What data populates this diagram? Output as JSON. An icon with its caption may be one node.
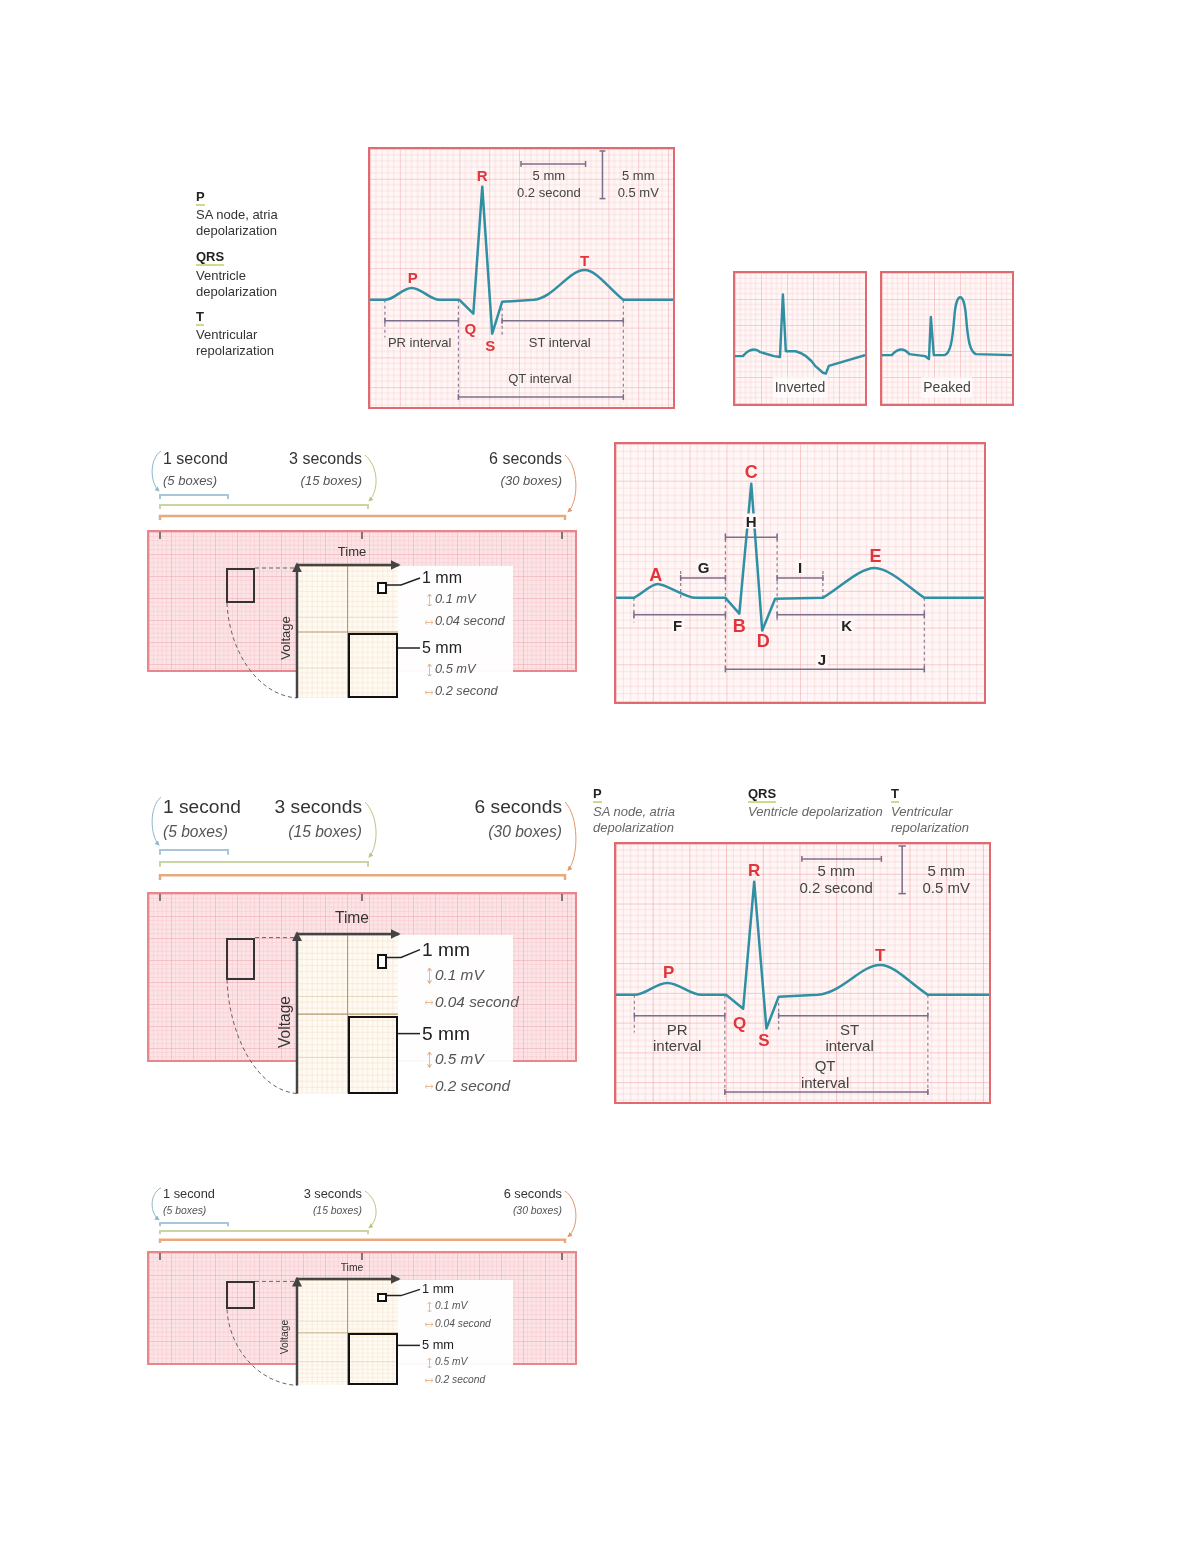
{
  "diagram": {
    "nodes": [
      {
        "text": [
          "R",
          "P",
          "T",
          "Q",
          "S",
          "5 mm",
          "0.2 second",
          "5 mm",
          "0.5 mV",
          "PR interval",
          "ST interval",
          "QT interval"
        ]
      },
      {
        "text": [
          "Inverted"
        ]
      },
      {
        "text": [
          "Peaked"
        ]
      },
      {
        "text": [],
        "shape": "box"
      },
      {
        "text": [
          "1 mm"
        ],
        "beside": [
          "0.1 mV",
          "0.04 second"
        ]
      },
      {
        "text": [],
        "shape": "box"
      },
      {
        "text": [
          "5 mm"
        ],
        "beside": [
          "0.5 mV",
          "0.2 second"
        ]
      },
      {
        "text": [
          "C",
          "H",
          "A",
          "G",
          "I",
          "E",
          "F",
          "B",
          "K",
          "D",
          "J"
        ]
      },
      {
        "text": [],
        "shape": "box"
      },
      {
        "text": [
          "1 mm"
        ],
        "beside": [
          "0.1 mV",
          "0.04 second"
        ]
      },
      {
        "text": [],
        "shape": "box"
      },
      {
        "text": [
          "5 mm"
        ],
        "beside": [
          "0.5 mV",
          "0.2 second"
        ]
      },
      {
        "text": [
          "R",
          "P",
          "T",
          "Q",
          "S",
          "5 mm",
          "0.2 second",
          "5 mm",
          "0.5 mV",
          "PR interval",
          "ST interval",
          "QT interval"
        ]
      },
      {
        "text": [],
        "shape": "box"
      },
      {
        "text": [
          "1 mm"
        ],
        "beside": [
          "0.1 mV",
          "0.04 second"
        ]
      },
      {
        "text": [],
        "shape": "box"
      },
      {
        "text": [
          "5 mm"
        ],
        "beside": [
          "0.5 mV",
          "0.2 second"
        ]
      }
    ],
    "edges": [
      {
        "from": 4,
        "to": 3,
        "arrow": "none"
      },
      {
        "from": 6,
        "to": 5,
        "arrow": "none"
      },
      {
        "from": 9,
        "to": 8,
        "arrow": "none"
      },
      {
        "from": 11,
        "to": 10,
        "arrow": "none"
      },
      {
        "from": 14,
        "to": 13,
        "arrow": "none"
      },
      {
        "from": 16,
        "to": 15,
        "arrow": "none"
      }
    ],
    "labels": [
      "P",
      "SA node, atria depolarization",
      "QRS",
      "Ventricle depolarization",
      "T",
      "Ventricular repolarization",
      "1 second",
      "(5 boxes)",
      "3 seconds",
      "(15 boxes)",
      "6 seconds",
      "(30 boxes)",
      "Time",
      "Voltage",
      "1 second",
      "(5 boxes)",
      "3 seconds",
      "(15 boxes)",
      "6 seconds",
      "(30 boxes)",
      "Time",
      "Voltage",
      "P",
      "SA node, atria depolarization",
      "QRS",
      "Ventricle depolarization",
      "T",
      "Ventricular repolarization",
      "1 second",
      "(5 boxes)",
      "3 seconds",
      "(15 boxes)",
      "6 seconds",
      "(30 boxes)",
      "Time",
      "Voltage"
    ]
  }
}
